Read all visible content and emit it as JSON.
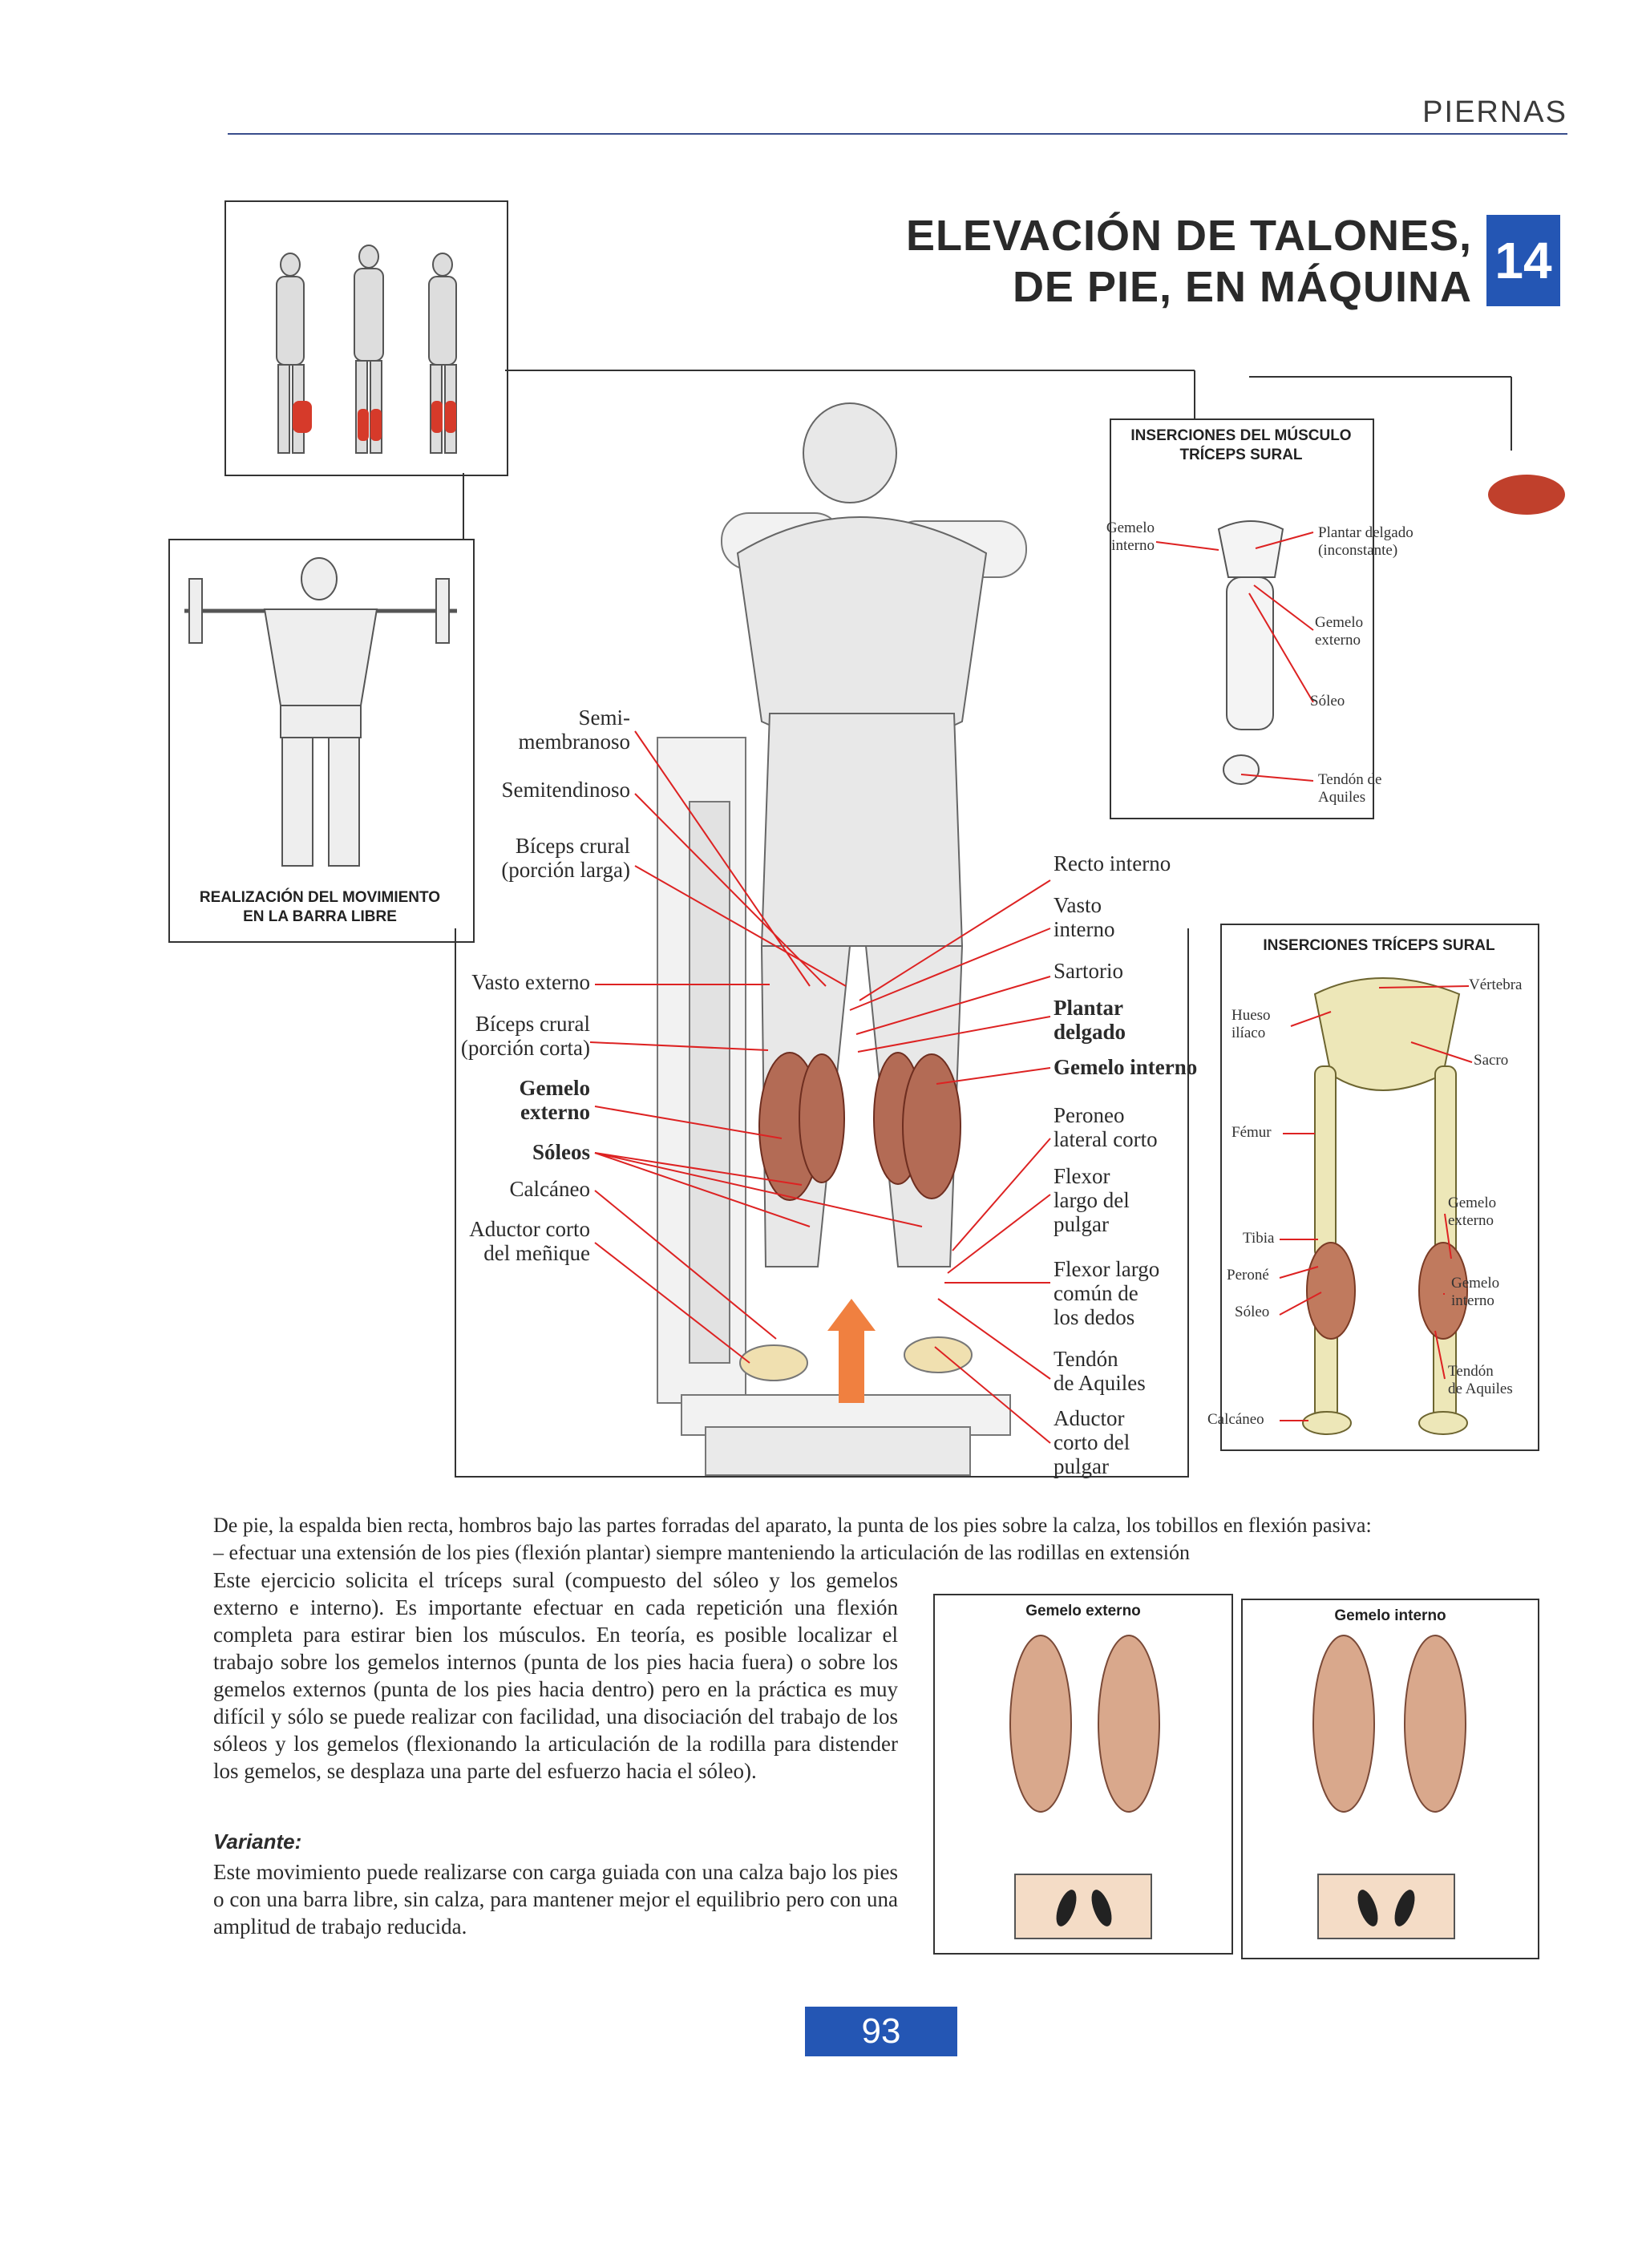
{
  "section": "PIERNAS",
  "title_line1": "ELEVACIÓN DE TALONES,",
  "title_line2": "DE PIE, EN MÁQUINA",
  "exercise_number": "14",
  "free_bar_caption_line1": "REALIZACIÓN DEL MOVIMIENTO",
  "free_bar_caption_line2": "EN LA BARRA LIBRE",
  "left_labels": {
    "semi1": "Semi-",
    "semi2": "membranoso",
    "semitendinoso": "Semitendinoso",
    "biceps1": "Bíceps crural",
    "biceps2": "(porción larga)",
    "vasto_externo": "Vasto externo",
    "biceps_corta1": "Bíceps crural",
    "biceps_corta2": "(porción corta)",
    "gemelo_ext1": "Gemelo",
    "gemelo_ext2": "externo",
    "soleos": "Sóleos",
    "calcaneo": "Calcáneo",
    "aductor1": "Aductor corto",
    "aductor2": "del meñique"
  },
  "right_labels": {
    "recto": "Recto interno",
    "vasto1": "Vasto",
    "vasto2": "interno",
    "sartorio": "Sartorio",
    "plantar1": "Plantar",
    "plantar2": "delgado",
    "gemelo_int": "Gemelo interno",
    "peroneo1": "Peroneo",
    "peroneo2": "lateral corto",
    "flexor_pulgar1": "Flexor",
    "flexor_pulgar2": "largo del",
    "flexor_pulgar3": "pulgar",
    "flexor_comun1": "Flexor largo",
    "flexor_comun2": "común de",
    "flexor_comun3": "los dedos",
    "tendon1": "Tendón",
    "tendon2": "de Aquiles",
    "aductor_pulgar1": "Aductor",
    "aductor_pulgar2": "corto del",
    "aductor_pulgar3": "pulgar"
  },
  "insertions_box": {
    "title1": "INSERCIONES DEL MÚSCULO",
    "title2": "TRÍCEPS SURAL",
    "gemelo_interno1": "Gemelo",
    "gemelo_interno2": "interno",
    "plantar1": "Plantar delgado",
    "plantar2": "(inconstante)",
    "gemelo_externo1": "Gemelo",
    "gemelo_externo2": "externo",
    "soleo": "Sóleo",
    "tendon1": "Tendón de",
    "tendon2": "Aquiles"
  },
  "skeleton_box": {
    "title": "INSERCIONES TRÍCEPS SURAL",
    "hueso1": "Hueso",
    "hueso2": "ilíaco",
    "vertebra": "Vértebra",
    "sacro": "Sacro",
    "femur": "Fémur",
    "gemelo_ext1": "Gemelo",
    "gemelo_ext2": "externo",
    "tibia": "Tibia",
    "perone": "Peroné",
    "gemelo_int1": "Gemelo",
    "gemelo_int2": "interno",
    "soleo": "Sóleo",
    "tendon1": "Tendón",
    "tendon2": "de Aquiles",
    "calcaneo": "Calcáneo"
  },
  "intro_line1": "De pie, la espalda bien recta, hombros bajo las partes forradas del aparato, la punta de los pies sobre la calza, los tobillos en flexión pasiva:",
  "intro_line2": "– efectuar una extensión de los pies (flexión plantar) siempre manteniendo la articulación de las rodillas en extensión",
  "body_text": "Este ejercicio solicita el tríceps sural (compuesto del sóleo y los gemelos externo e interno). Es importante efectuar en cada repetición una flexión completa para estirar bien los músculos. En teoría, es posible localizar el trabajo sobre los gemelos internos (punta de los pies hacia fuera) o sobre los gemelos externos (punta de los pies hacia dentro) pero en la práctica es muy difícil y sólo se puede realizar con facilidad, una disociación del trabajo de los sóleos y los gemelos (flexionando la articulación de la rodilla para distender los gemelos, se desplaza una parte del esfuerzo hacia el sóleo).",
  "variant_title": "Variante:",
  "variant_text": "Este movimiento puede realizarse con carga guiada con una calza bajo los pies o con una barra libre, sin calza, para mantener mejor el equilibrio pero con una amplitud de trabajo reducida.",
  "panel_left_title": "Gemelo externo",
  "panel_right_title": "Gemelo interno",
  "page_number": "93",
  "colors": {
    "accent_blue": "#2456b4",
    "muscle_red": "#c0402c",
    "rule_blue": "#3a4e8c"
  }
}
